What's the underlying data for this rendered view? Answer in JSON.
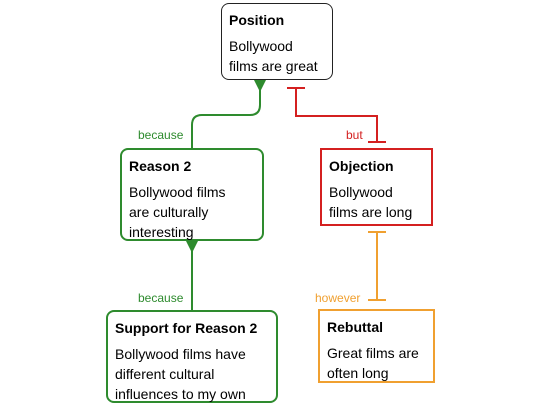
{
  "colors": {
    "position_border": "#222222",
    "support": "#2e8b2e",
    "objection": "#d42020",
    "rebuttal": "#f0a030"
  },
  "nodes": {
    "position": {
      "title": "Position",
      "lines": [
        "Bollywood",
        "films are great"
      ]
    },
    "reason2": {
      "title": "Reason 2",
      "lines": [
        "Bollywood films",
        "are culturally",
        "interesting"
      ]
    },
    "objection": {
      "title": "Objection",
      "lines": [
        "Bollywood",
        "films are long"
      ]
    },
    "support": {
      "title": "Support for Reason 2",
      "lines": [
        "Bollywood films have",
        "different cultural",
        "influences to my own"
      ]
    },
    "rebuttal": {
      "title": "Rebuttal",
      "lines": [
        "Great films are",
        "often long"
      ]
    }
  },
  "connectors": {
    "because_1": "because",
    "because_2": "because",
    "but": "but",
    "however": "however"
  }
}
